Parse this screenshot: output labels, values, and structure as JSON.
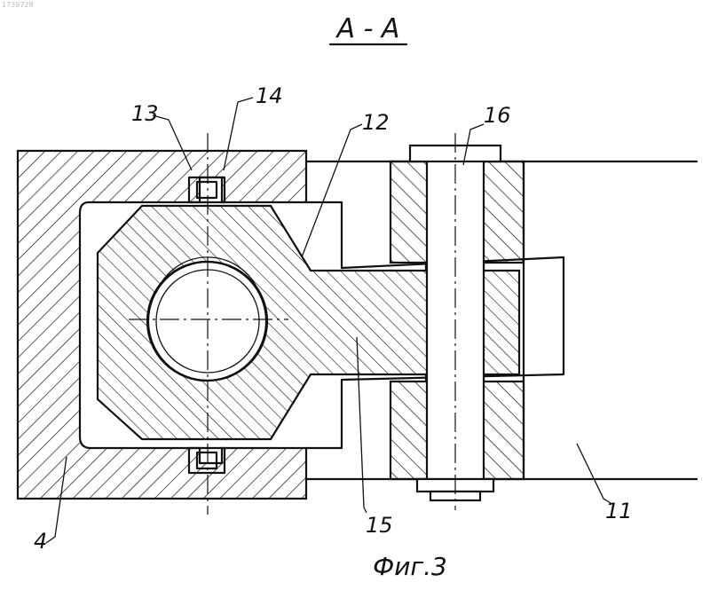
{
  "section_title": "А - А",
  "figure_caption": "Фиг.3",
  "corner_mark": "1739728",
  "callouts": [
    {
      "id": "13",
      "text": "13"
    },
    {
      "id": "14",
      "text": "14"
    },
    {
      "id": "12",
      "text": "12"
    },
    {
      "id": "16",
      "text": "16"
    },
    {
      "id": "4",
      "text": "4"
    },
    {
      "id": "15",
      "text": "15"
    },
    {
      "id": "11",
      "text": "11"
    }
  ],
  "colors": {
    "ink": "#111111",
    "paper": "#ffffff"
  }
}
